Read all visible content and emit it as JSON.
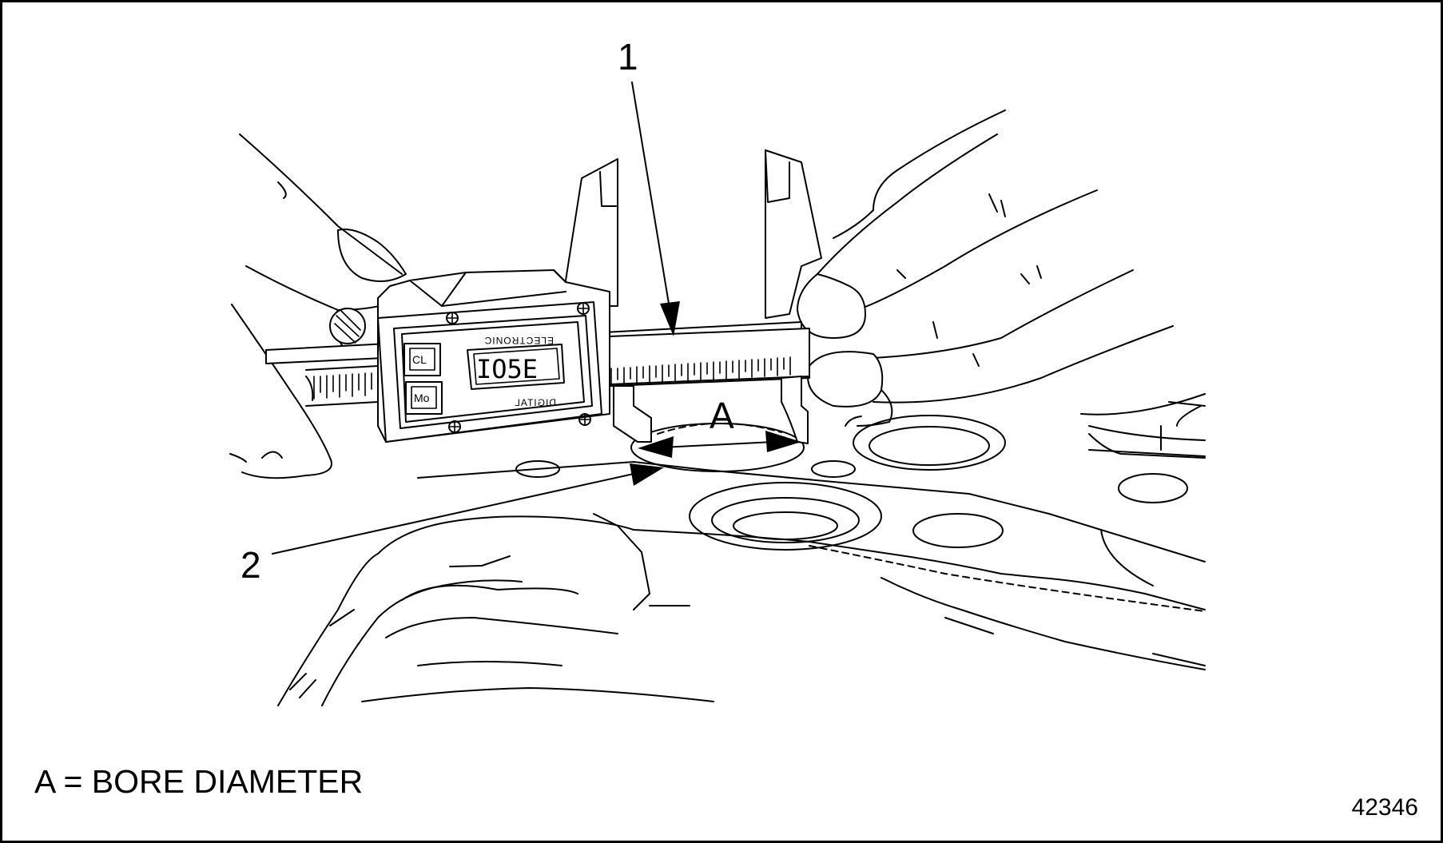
{
  "callouts": {
    "one": "1",
    "two": "2",
    "dimension": "A"
  },
  "caliper": {
    "display_reading": "IO5E",
    "button_top": "CL",
    "button_bottom": "Mo",
    "label_top": "ELECTRONIC",
    "label_bottom": "DIGITAL"
  },
  "legend": {
    "text": "A = BORE DIAMETER"
  },
  "figure_number": "42346",
  "colors": {
    "line": "#000000",
    "background": "#ffffff"
  }
}
